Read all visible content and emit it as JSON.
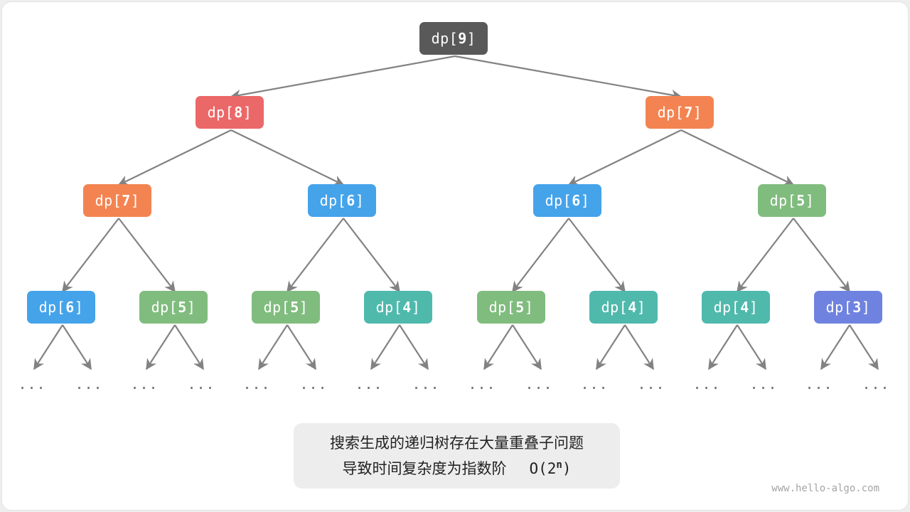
{
  "colors": {
    "edge": "#828282",
    "dp9": "#595959",
    "dp8": "#eb6868",
    "dp7": "#f38452",
    "dp6": "#45a3ea",
    "dp5": "#80bc7e",
    "dp4": "#4fb9ac",
    "dp3": "#6f82df"
  },
  "node_prefix": "dp[",
  "node_suffix": "]",
  "nodes": [
    {
      "id": "n0",
      "index": "9",
      "color": "#595959"
    },
    {
      "id": "n1",
      "index": "8",
      "color": "#eb6868"
    },
    {
      "id": "n2",
      "index": "7",
      "color": "#f38452"
    },
    {
      "id": "n3",
      "index": "7",
      "color": "#f38452"
    },
    {
      "id": "n4",
      "index": "6",
      "color": "#45a3ea"
    },
    {
      "id": "n5",
      "index": "6",
      "color": "#45a3ea"
    },
    {
      "id": "n6",
      "index": "5",
      "color": "#80bc7e"
    },
    {
      "id": "n7",
      "index": "6",
      "color": "#45a3ea"
    },
    {
      "id": "n8",
      "index": "5",
      "color": "#80bc7e"
    },
    {
      "id": "n9",
      "index": "5",
      "color": "#80bc7e"
    },
    {
      "id": "n10",
      "index": "4",
      "color": "#4fb9ac"
    },
    {
      "id": "n11",
      "index": "5",
      "color": "#80bc7e"
    },
    {
      "id": "n12",
      "index": "4",
      "color": "#4fb9ac"
    },
    {
      "id": "n13",
      "index": "4",
      "color": "#4fb9ac"
    },
    {
      "id": "n14",
      "index": "3",
      "color": "#6f82df"
    }
  ],
  "ellipsis": "...",
  "caption": {
    "line1": "搜索生成的递归树存在大量重叠子问题",
    "line2": "导致时间复杂度为指数阶",
    "complexity_base": "O(2",
    "complexity_exp": "n",
    "complexity_close": ")"
  },
  "watermark": "www.hello-algo.com"
}
